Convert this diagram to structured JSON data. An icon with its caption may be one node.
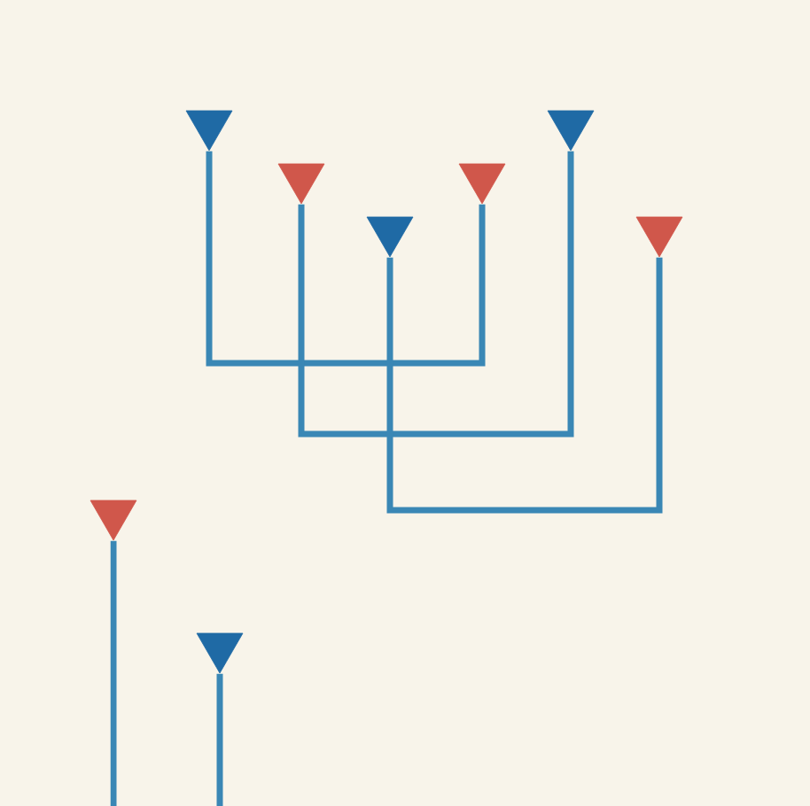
{
  "diagram": {
    "nodes": [
      {
        "text": [],
        "shape": "triangle"
      },
      {
        "text": [],
        "shape": "triangle"
      },
      {
        "text": [],
        "shape": "triangle"
      },
      {
        "text": [],
        "shape": "triangle"
      },
      {
        "text": [],
        "shape": "triangle"
      },
      {
        "text": [],
        "shape": "triangle"
      },
      {
        "text": [],
        "shape": "triangle"
      },
      {
        "text": [],
        "shape": "triangle"
      }
    ],
    "edges": [
      {
        "from": 1,
        "to": 5,
        "arrow": "none"
      },
      {
        "from": 3,
        "to": 6,
        "arrow": "none"
      },
      {
        "from": 4,
        "to": 7,
        "arrow": "none"
      },
      {
        "from": 0,
        "to": null,
        "arrow": "none"
      },
      {
        "from": 2,
        "to": null,
        "arrow": "none"
      }
    ]
  }
}
